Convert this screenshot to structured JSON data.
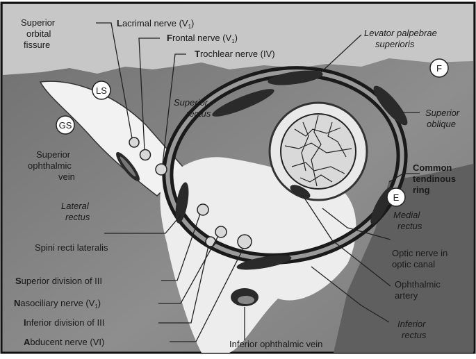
{
  "labels": {
    "superior_orbital_fissure": [
      "Superior",
      "orbital",
      "fissure"
    ],
    "lacrimal_nerve": {
      "initial": "L",
      "rest": "acrimal nerve (V",
      "sub": "1",
      "close": ")"
    },
    "frontal_nerve": {
      "initial": "F",
      "rest": "rontal nerve (V",
      "sub": "1",
      "close": ")"
    },
    "trochlear_nerve": {
      "initial": "T",
      "rest": "rochlear nerve (IV)"
    },
    "levator_palpebrae_superioris": [
      "Levator palpebrae",
      "superioris"
    ],
    "superior_rectus": [
      "Superior",
      "rectus"
    ],
    "superior_oblique": [
      "Superior",
      "oblique"
    ],
    "superior_ophthalmic_vein": [
      "Superior",
      "ophthalmic",
      "vein"
    ],
    "common_tendinous_ring": [
      "Common",
      "tendinous",
      "ring"
    ],
    "lateral_rectus": [
      "Lateral",
      "rectus"
    ],
    "medial_rectus": [
      "Medial",
      "rectus"
    ],
    "spini_recti_lateralis": "Spini recti lateralis",
    "optic_nerve": [
      "Optic nerve in",
      "optic canal"
    ],
    "superior_division_iii": {
      "initial": "S",
      "rest": "uperior division of III"
    },
    "nasociliary_nerve": {
      "initial": "N",
      "rest": "asociliary nerve (V",
      "sub": "1",
      "close": ")"
    },
    "ophthalmic_artery": [
      "Ophthalmic",
      "artery"
    ],
    "inferior_division_iii": {
      "initial": "I",
      "rest": "nferior division of III"
    },
    "inferior_rectus": [
      "Inferior",
      "rectus"
    ],
    "abducent_nerve": {
      "initial": "A",
      "rest": "bducent nerve (VI)"
    },
    "inferior_ophthalmic_vein": "Inferior ophthalmic vein"
  },
  "badges": {
    "ls": "LS",
    "gs": "GS",
    "f": "F",
    "e": "E"
  }
}
